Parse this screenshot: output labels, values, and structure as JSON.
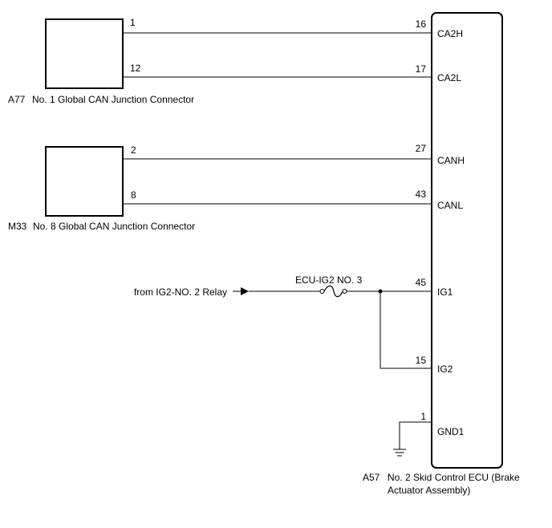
{
  "connectors": [
    {
      "id": "A77",
      "name": "No. 1 Global CAN Junction Connector"
    },
    {
      "id": "M33",
      "name": "No. 8 Global CAN Junction Connector"
    }
  ],
  "ecu": {
    "id": "A57",
    "name_line1": "No. 2 Skid Control ECU (Brake",
    "name_line2": "Actuator Assembly)"
  },
  "wires": [
    {
      "from_pin": "1",
      "to_pin": "16",
      "signal": "CA2H"
    },
    {
      "from_pin": "12",
      "to_pin": "17",
      "signal": "CA2L"
    },
    {
      "from_pin": "2",
      "to_pin": "27",
      "signal": "CANH"
    },
    {
      "from_pin": "8",
      "to_pin": "43",
      "signal": "CANL"
    },
    {
      "from_pin": "",
      "to_pin": "45",
      "signal": "IG1"
    },
    {
      "from_pin": "",
      "to_pin": "15",
      "signal": "IG2"
    },
    {
      "from_pin": "",
      "to_pin": "1",
      "signal": "GND1"
    }
  ],
  "power": {
    "source_label": "from IG2-NO. 2 Relay",
    "fuse_label": "ECU-IG2 NO. 3"
  }
}
